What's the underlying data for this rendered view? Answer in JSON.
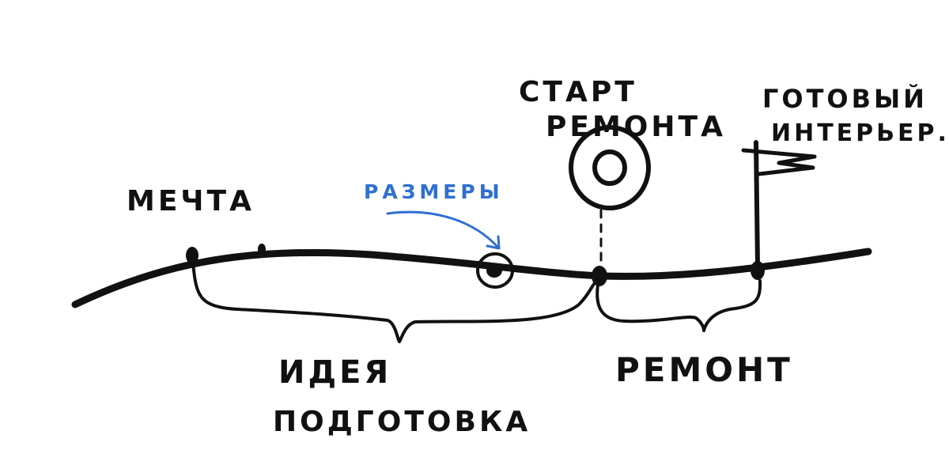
{
  "labels": {
    "dream": "МЕЧТА",
    "sizes": "РАЗМЕРЫ",
    "start_line1": "СТАРТ",
    "start_line2": "РЕМОНТА",
    "finish_line1": "ГОТОВЫЙ",
    "finish_line2": "ИНТЕРЬЕР.",
    "phase_idea_line1": "ИДЕЯ",
    "phase_idea_line2": "ПОДГОТОВКА",
    "phase_repair": "РЕМОНТ"
  },
  "colors": {
    "ink": "#111111",
    "accent_blue": "#2f6fd0",
    "background": "#ffffff"
  },
  "icons": {
    "start": "target-icon",
    "finish": "flag-icon",
    "sizes_arrow": "curved-arrow-icon"
  }
}
